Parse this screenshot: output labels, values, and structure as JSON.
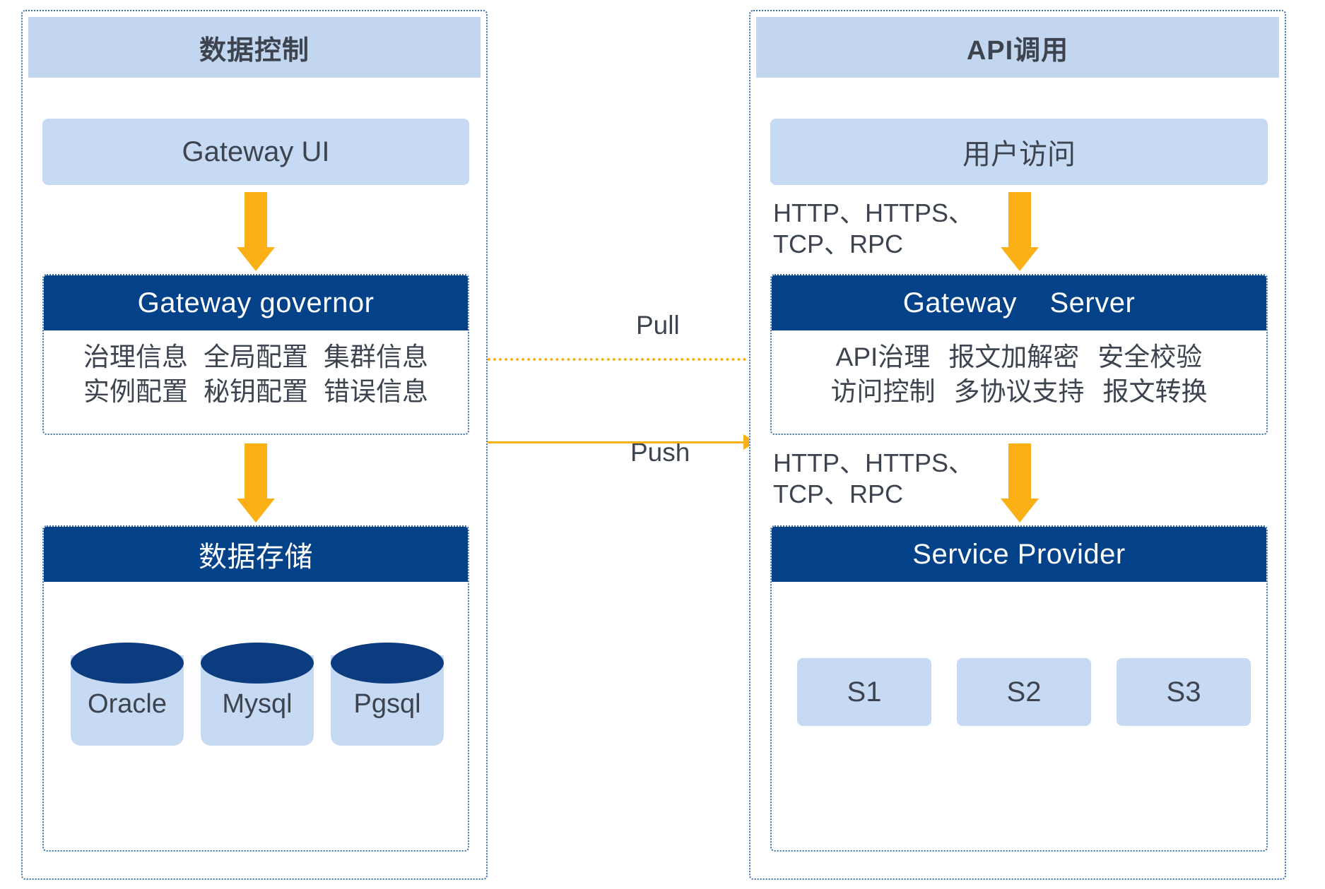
{
  "left_panel": {
    "title": "数据控制",
    "gateway_ui": "Gateway UI",
    "governor": {
      "title": "Gateway governor",
      "row1": [
        "治理信息",
        "全局配置",
        "集群信息"
      ],
      "row2": [
        "实例配置",
        "秘钥配置",
        "错误信息"
      ]
    },
    "storage": {
      "title": "数据存储",
      "databases": [
        "Oracle",
        "Mysql",
        "Pgsql"
      ]
    }
  },
  "right_panel": {
    "title": "API调用",
    "user_access": "用户访问",
    "protocol_top": "HTTP、HTTPS、\nTCP、RPC",
    "protocol_bottom": "HTTP、HTTPS、\nTCP、RPC",
    "gateway_server": {
      "title": "Gateway    Server",
      "row1": [
        "API治理",
        "报文加解密",
        "安全校验"
      ],
      "row2": [
        "访问控制",
        "多协议支持",
        "报文转换"
      ]
    },
    "service_provider": {
      "title": "Service Provider",
      "services": [
        "S1",
        "S2",
        "S3"
      ]
    }
  },
  "connectors": {
    "pull": "Pull",
    "push": "Push"
  },
  "colors": {
    "dark_blue": "#034189",
    "light_blue": "#c7daf3",
    "header_blue": "#c3d6ef",
    "orange": "#fbb016",
    "panel_border": "#3c6ea8",
    "text": "#3d4450"
  }
}
